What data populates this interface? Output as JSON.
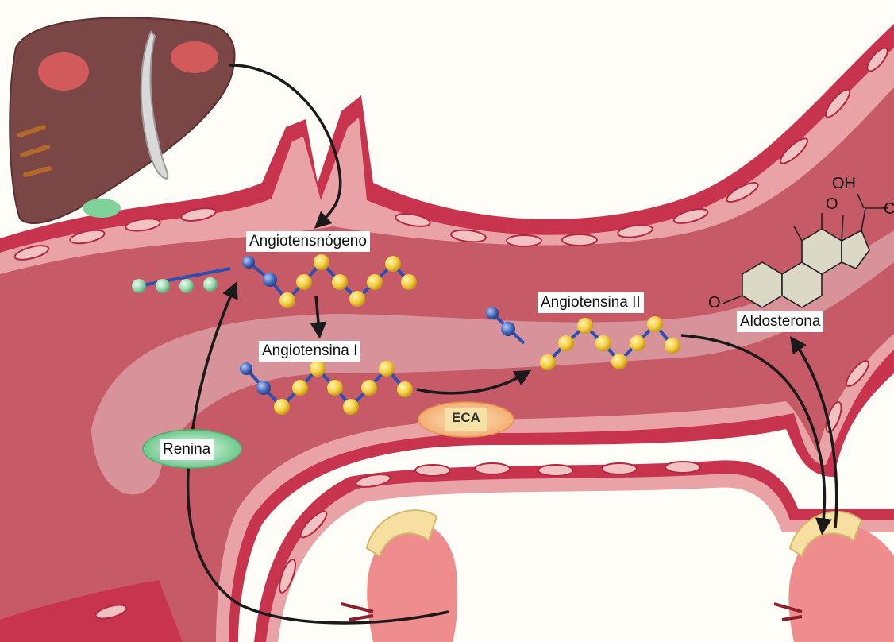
{
  "labels": {
    "angiotensinogen": "Angiotensnógeno",
    "angiotensin1": "Angiotensina I",
    "angiotensin2": "Angiotensina II",
    "aldosterone": "Aldosterona",
    "renin": "Renina",
    "ace": "ECA"
  },
  "chem": {
    "oh": "OH",
    "o_ring": "O",
    "o_top": "O",
    "o_right": "C"
  },
  "colors": {
    "vessel_outer": "#c8334d",
    "vessel_wall": "#e9a3a6",
    "lumen": "#c65a66",
    "plasma_stream": "#d99da2",
    "liver": "#7a4646",
    "bead_yellow": "#f6d24a",
    "bead_blue": "#3d62b8",
    "bead_green": "#8fd0a6",
    "ace_fill": "#f6c98d",
    "renin_fill": "#7fd39a"
  }
}
